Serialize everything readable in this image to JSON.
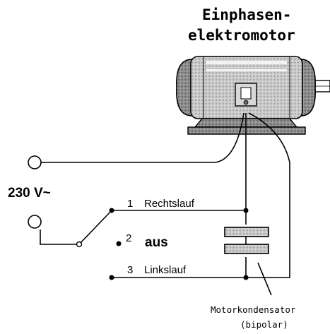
{
  "motor": {
    "title_line1": "Einphasen-",
    "title_line2": "elektromotor"
  },
  "supply": {
    "voltage_label": "230 V~"
  },
  "switch": {
    "pos1_number": "1",
    "pos1_label": "Rechtslauf",
    "pos2_number": "2",
    "pos2_label": "aus",
    "pos3_number": "3",
    "pos3_label": "Linkslauf"
  },
  "capacitor": {
    "label_line1": "Motorkondensator",
    "label_line2": "(bipolar)"
  },
  "colors": {
    "line": "#000000",
    "motor_body": "#c8c8c8",
    "motor_dark": "#8a8a8a"
  }
}
